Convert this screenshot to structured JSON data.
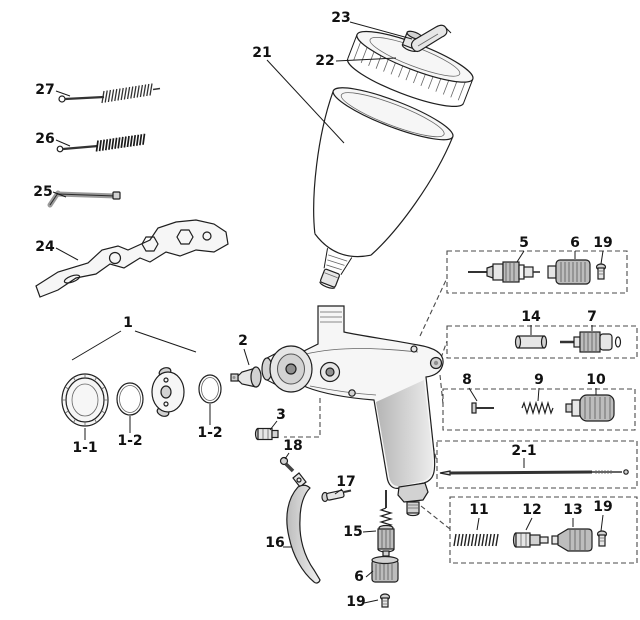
{
  "diagram": {
    "type": "exploded-parts-diagram",
    "background_color": "#ffffff",
    "line_color": "#1a1a1a",
    "dash_line_color": "#4a4a4a",
    "labels": {
      "n23": "23",
      "n22": "22",
      "n21": "21",
      "n27": "27",
      "n26": "26",
      "n25": "25",
      "n24": "24",
      "n1": "1",
      "n1_1": "1-1",
      "n1_2a": "1-2",
      "n1_2b": "1-2",
      "n2": "2",
      "n3": "3",
      "n5": "5",
      "n6a": "6",
      "n19a": "19",
      "n14": "14",
      "n7": "7",
      "n8": "8",
      "n9": "9",
      "n10": "10",
      "n2_1": "2-1",
      "n11": "11",
      "n12": "12",
      "n13": "13",
      "n19b": "19",
      "n18": "18",
      "n17": "17",
      "n16": "16",
      "n15": "15",
      "n6b": "6",
      "n19c": "19"
    }
  }
}
